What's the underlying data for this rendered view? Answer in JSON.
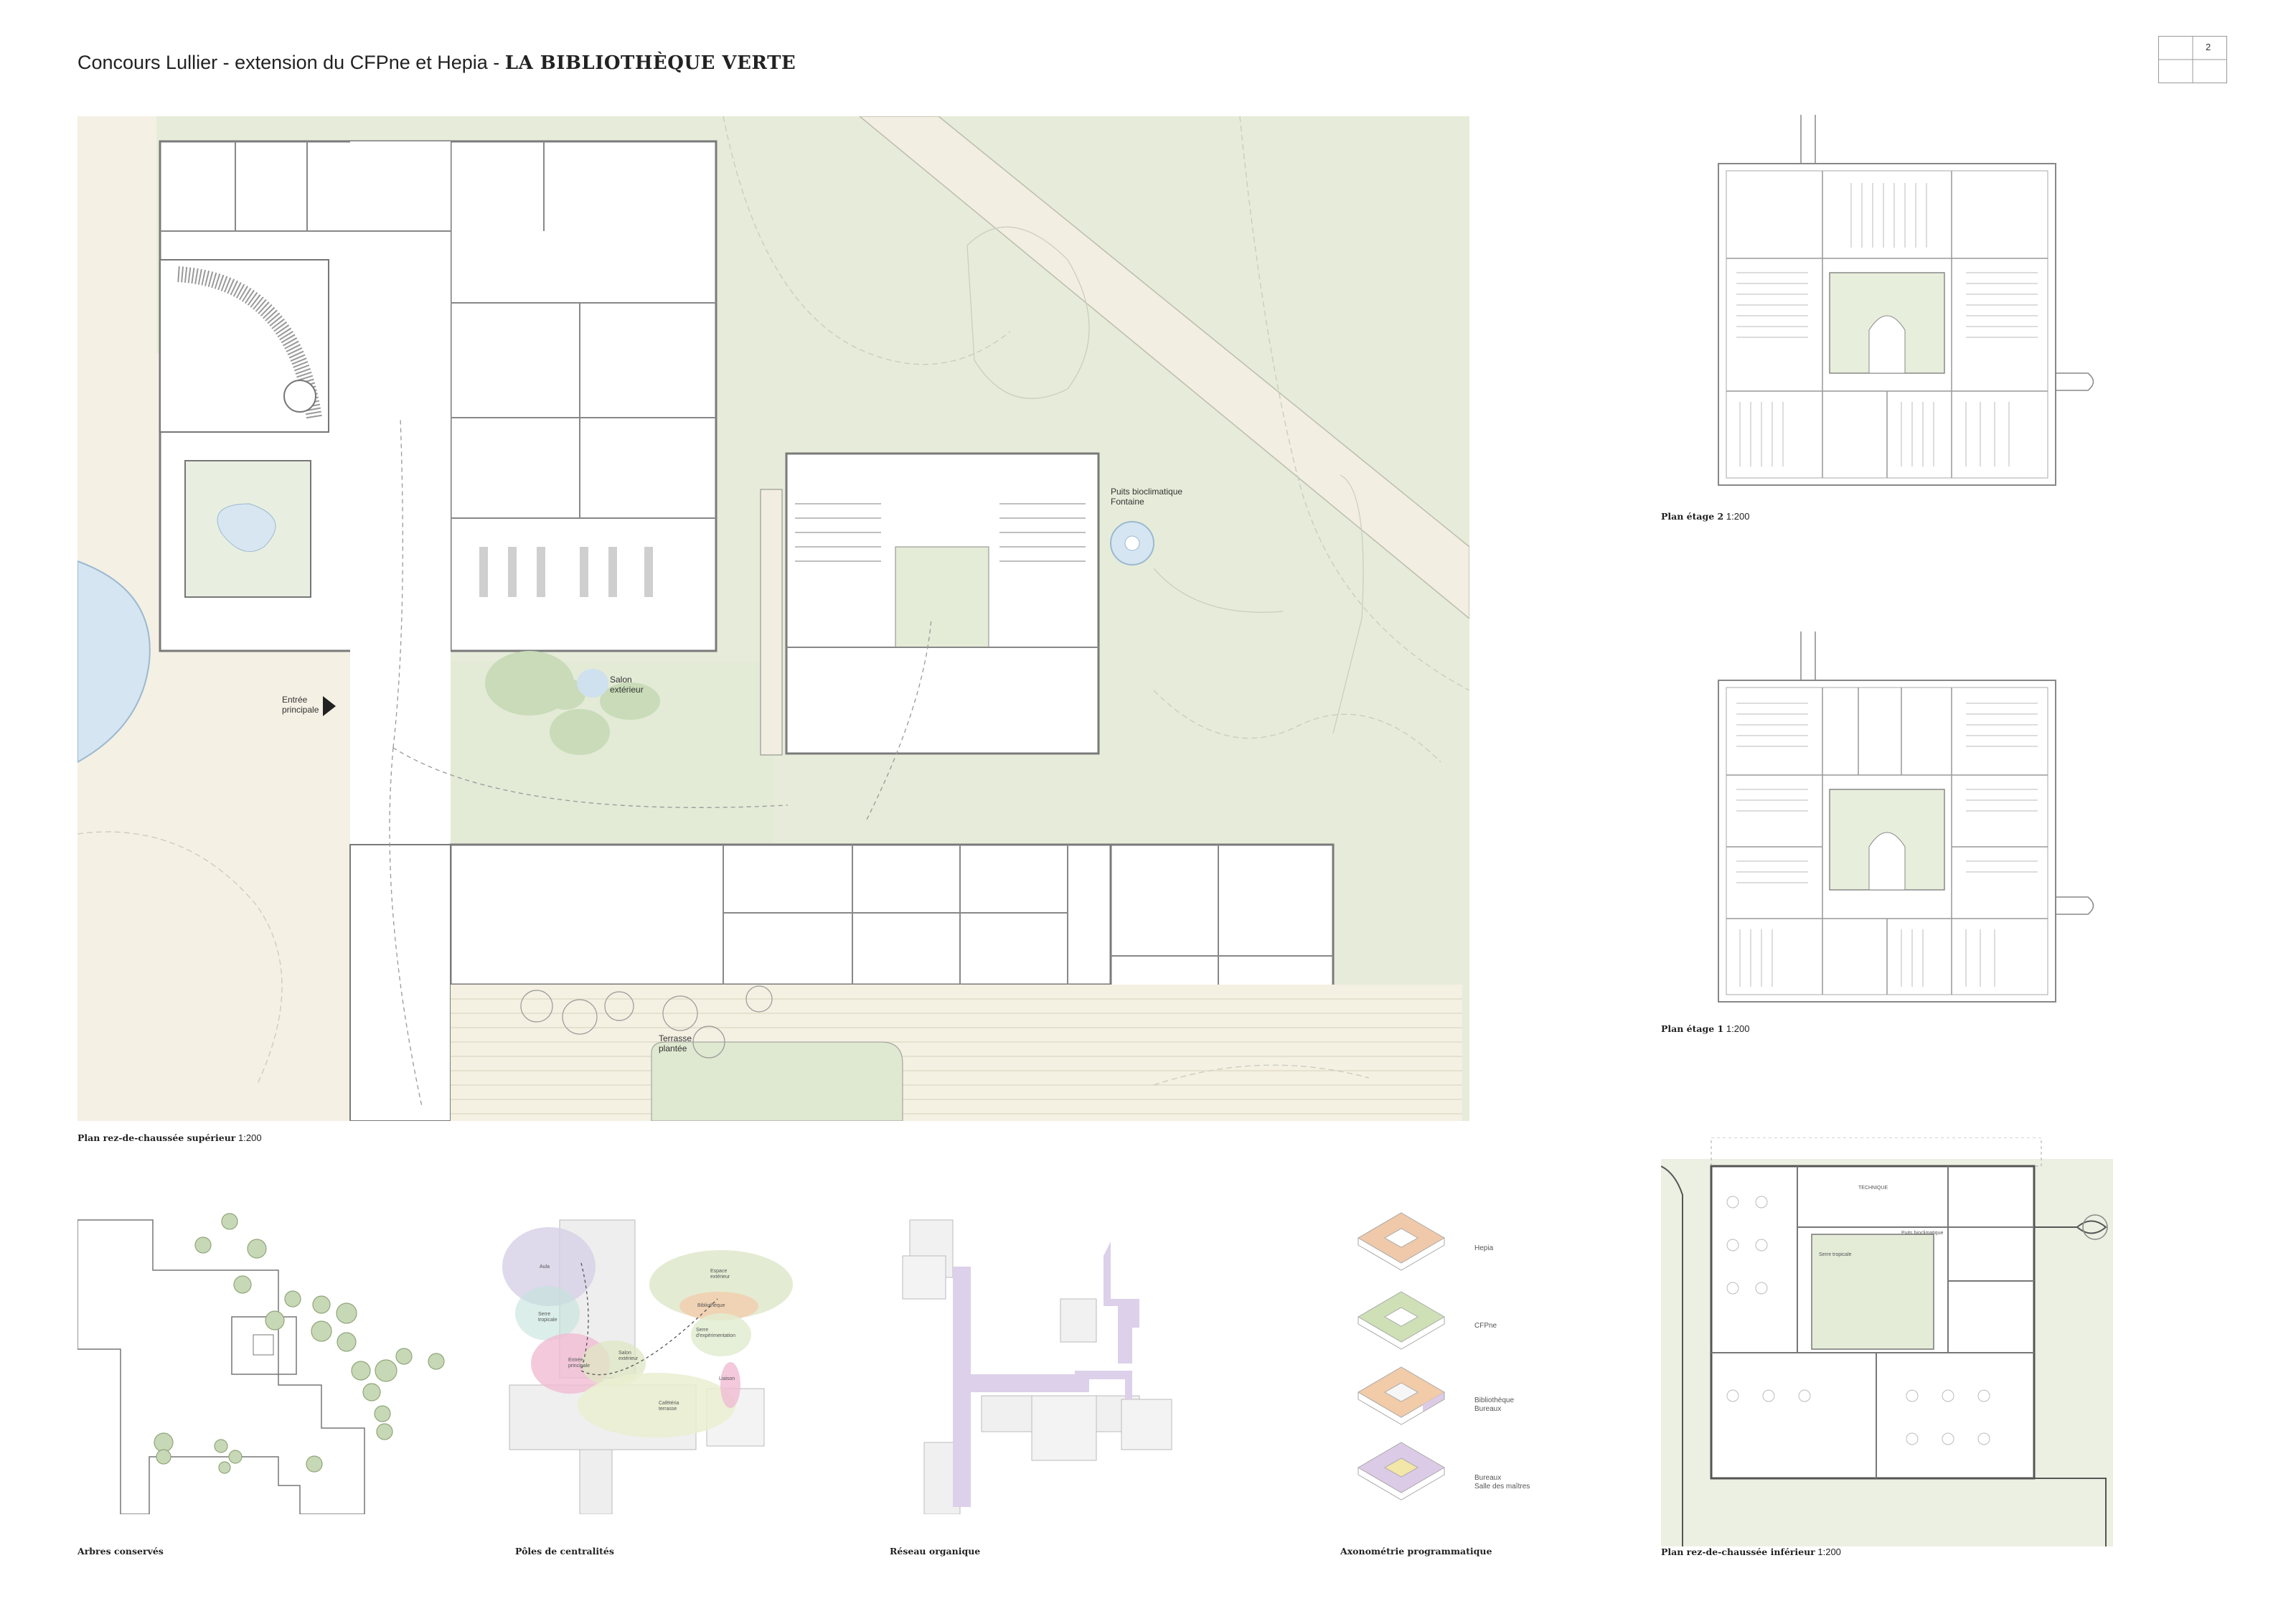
{
  "header": {
    "title_plain": "Concours Lullier - extension du CFPne et Hepia - ",
    "title_bold": "LA BIBLIOTHÈQUE VERTE",
    "page_number": "2"
  },
  "main_plan": {
    "caption_bold": "Plan rez-de-chaussée supérieur",
    "caption_scale": "1:200",
    "labels": {
      "entree_1": "Entrée",
      "entree_2": "principale",
      "salon_1": "Salon",
      "salon_2": "extérieur",
      "puits_1": "Puits bioclimatique",
      "puits_2": "Fontaine",
      "terrasse_1": "Terrasse",
      "terrasse_2": "plantée"
    }
  },
  "floor2": {
    "caption_bold": "Plan étage 2",
    "caption_scale": "1:200"
  },
  "floor1": {
    "caption_bold": "Plan étage 1",
    "caption_scale": "1:200"
  },
  "lower": {
    "caption_bold": "Plan rez-de-chaussée inférieur",
    "caption_scale": "1:200",
    "labels": {
      "technique": "TECHNIQUE",
      "puits": "Puits bioclimatique",
      "serre": "Serre tropicale"
    }
  },
  "diagrams": {
    "arbres": "Arbres conservés",
    "poles": "Pôles de centralités",
    "reseau": "Réseau organique",
    "axo": "Axonométrie programmatique",
    "poles_labels": {
      "aula": "Aula",
      "serre_1": "Serre",
      "serre_2": "tropicale",
      "entree_1": "Entrée",
      "entree_2": "principale",
      "salon_1": "Salon",
      "salon_2": "extérieur",
      "espace_1": "Espace",
      "espace_2": "extérieur",
      "biblio": "Bibliothèque",
      "serre_exp_1": "Serre",
      "serre_exp_2": "d'expérimentation",
      "liaison": "Liaison",
      "cafeteria_1": "Cafétéria",
      "cafeteria_2": "terrasse"
    },
    "axo_labels": {
      "hepia": "Hepia",
      "cfpne": "CFPne",
      "biblio_1": "Bibliothèque",
      "biblio_2": "Bureaux",
      "bureaux_1": "Bureaux",
      "bureaux_2": "Salle des maîtres"
    }
  },
  "colors": {
    "grass": "#e3ead6",
    "paving": "#f3efe2",
    "water": "#d6e6f3",
    "wall": "#777777",
    "tree": "#c7d8b6",
    "hepia": "#efc9a9",
    "cfpne": "#cfe0b6",
    "biblio": "#f2cba8",
    "bureaux": "#dccbe6",
    "network": "#dcd0ea"
  }
}
